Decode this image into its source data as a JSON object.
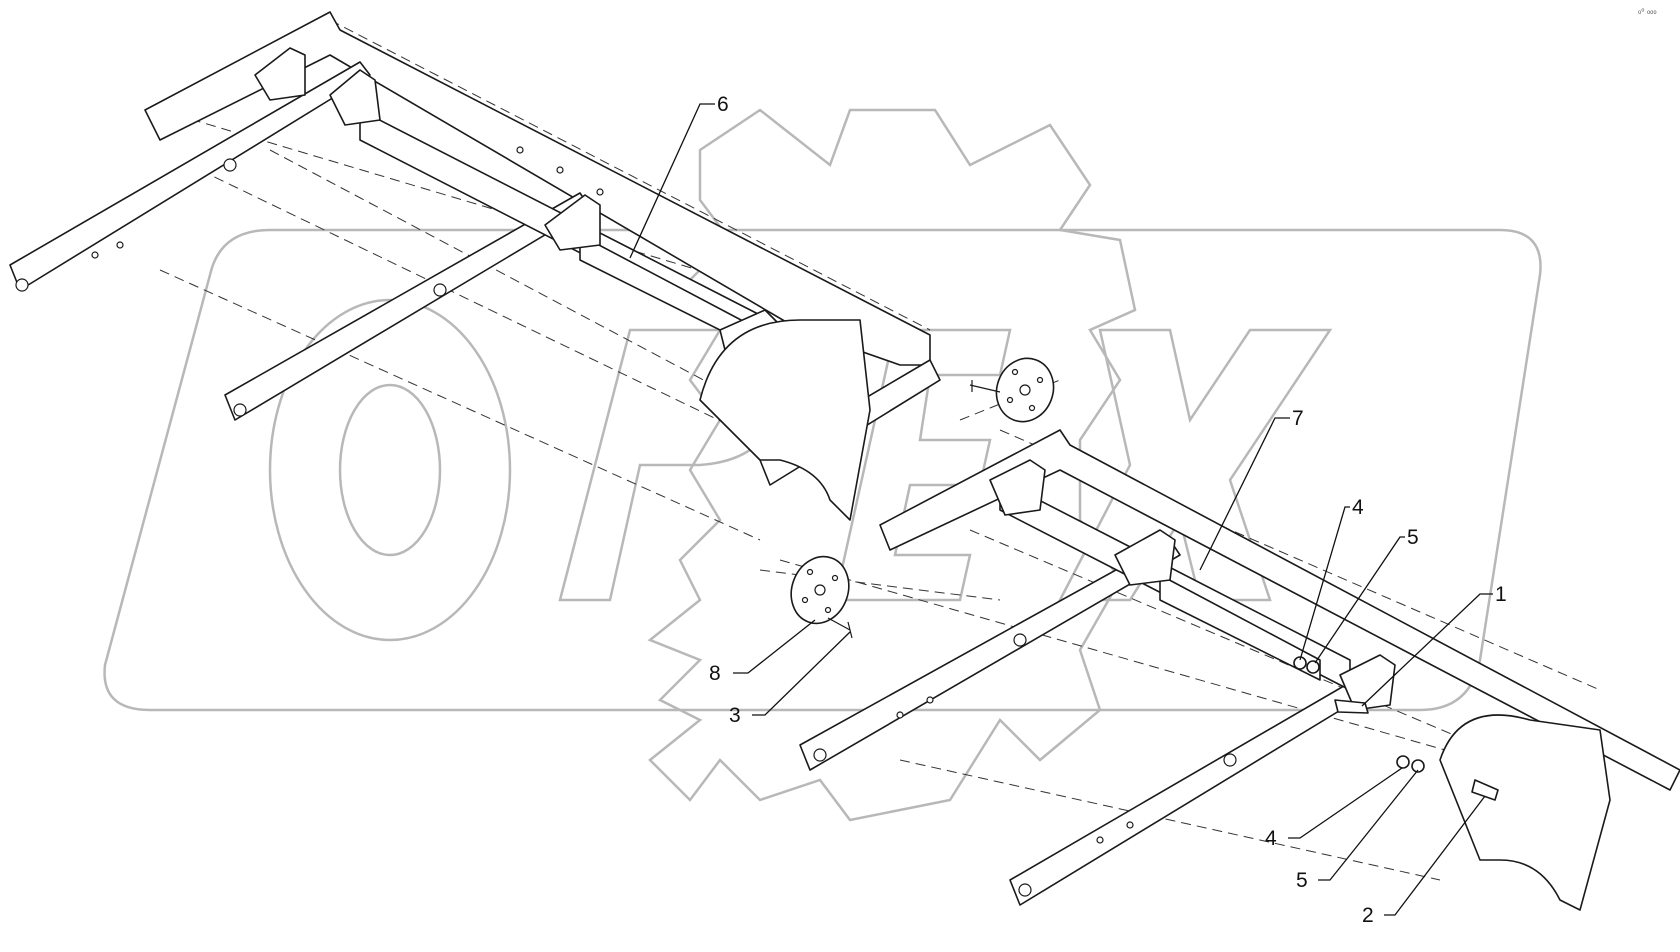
{
  "diagram": {
    "corner_mark": "₀⁰ ₀₀₀",
    "watermark_text": "OPEX",
    "callouts": [
      {
        "id": "c6",
        "label": "6"
      },
      {
        "id": "c7",
        "label": "7"
      },
      {
        "id": "c4a",
        "label": "4"
      },
      {
        "id": "c5a",
        "label": "5"
      },
      {
        "id": "c1",
        "label": "1"
      },
      {
        "id": "c8",
        "label": "8"
      },
      {
        "id": "c3",
        "label": "3"
      },
      {
        "id": "c4b",
        "label": "4"
      },
      {
        "id": "c5b",
        "label": "5"
      },
      {
        "id": "c2",
        "label": "2"
      }
    ]
  }
}
